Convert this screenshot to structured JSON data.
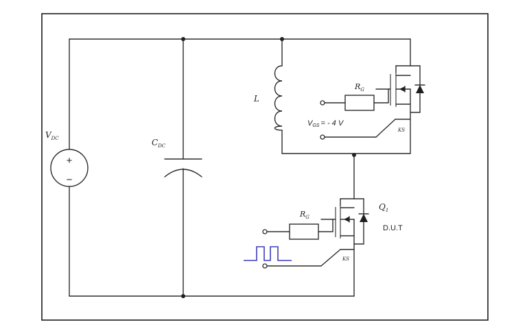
{
  "labels": {
    "vdc_main": "V",
    "vdc_sub": "DC",
    "cdc_main": "C",
    "cdc_sub": "DC",
    "inductor": "L",
    "rg_top_main": "R",
    "rg_top_sub": "G",
    "rg_bot_main": "R",
    "rg_bot_sub": "G",
    "vgs_main": "V",
    "vgs_sub": "GS",
    "vgs_value": "= - 4 V",
    "ks_top": "KS",
    "ks_bot": "KS",
    "q1_main": "Q",
    "q1_sub": "1",
    "dut": "D.U.T",
    "plus": "+",
    "minus": "−"
  },
  "colors": {
    "wire": "#2b2b2b",
    "frame": "#1a1a1a",
    "gate_pulse": "#3b3bb8"
  }
}
